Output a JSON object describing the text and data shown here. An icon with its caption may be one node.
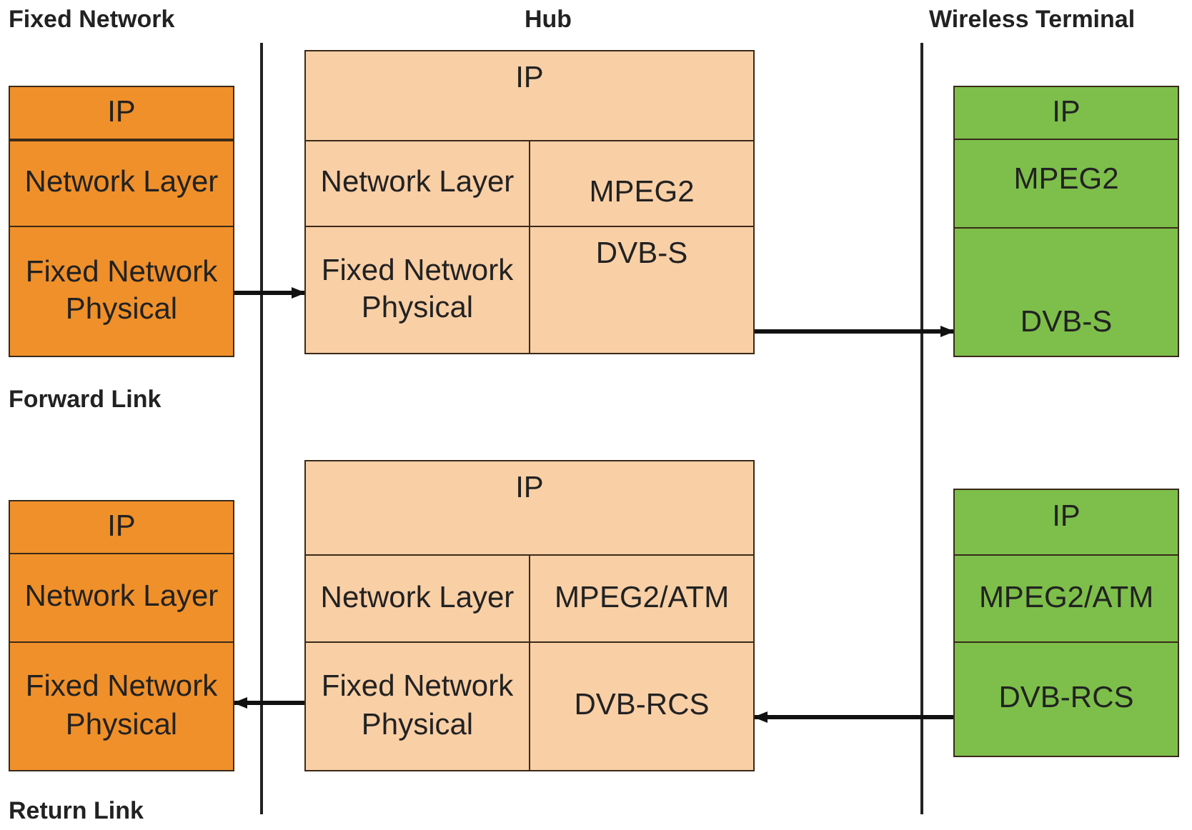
{
  "diagram": {
    "nodes": [
      {
        "text": [
          "IP"
        ]
      },
      {
        "text": [
          "Network Layer"
        ]
      },
      {
        "text": [
          "Fixed Network Physical"
        ]
      },
      {
        "text": [
          "IP"
        ]
      },
      {
        "text": [
          "Network Layer"
        ]
      },
      {
        "text": [
          "MPEG2"
        ]
      },
      {
        "text": [
          "Fixed Network Physical"
        ]
      },
      {
        "text": [
          "DVB-S"
        ]
      },
      {
        "text": [
          "IP"
        ]
      },
      {
        "text": [
          "MPEG2"
        ]
      },
      {
        "text": [
          "DVB-S"
        ]
      },
      {
        "text": [
          "IP"
        ]
      },
      {
        "text": [
          "Network Layer"
        ]
      },
      {
        "text": [
          "Fixed Network Physical"
        ]
      },
      {
        "text": [
          "IP"
        ]
      },
      {
        "text": [
          "Network Layer"
        ]
      },
      {
        "text": [
          "MPEG2/ATM"
        ]
      },
      {
        "text": [
          "Fixed Network Physical"
        ]
      },
      {
        "text": [
          "DVB-RCS"
        ]
      },
      {
        "text": [
          "IP"
        ]
      },
      {
        "text": [
          "MPEG2/ATM"
        ]
      },
      {
        "text": [
          "DVB-RCS"
        ]
      }
    ],
    "edges": [
      {
        "from": 2,
        "to": 6,
        "arrow": "to"
      },
      {
        "from": 7,
        "to": 10,
        "arrow": "to"
      },
      {
        "from": 21,
        "to": 18,
        "arrow": "to"
      },
      {
        "from": 17,
        "to": 13,
        "arrow": "to"
      }
    ],
    "labels": [
      "Fixed Network",
      "Hub",
      "Wireless Terminal",
      "Forward Link",
      "Return Link"
    ]
  }
}
